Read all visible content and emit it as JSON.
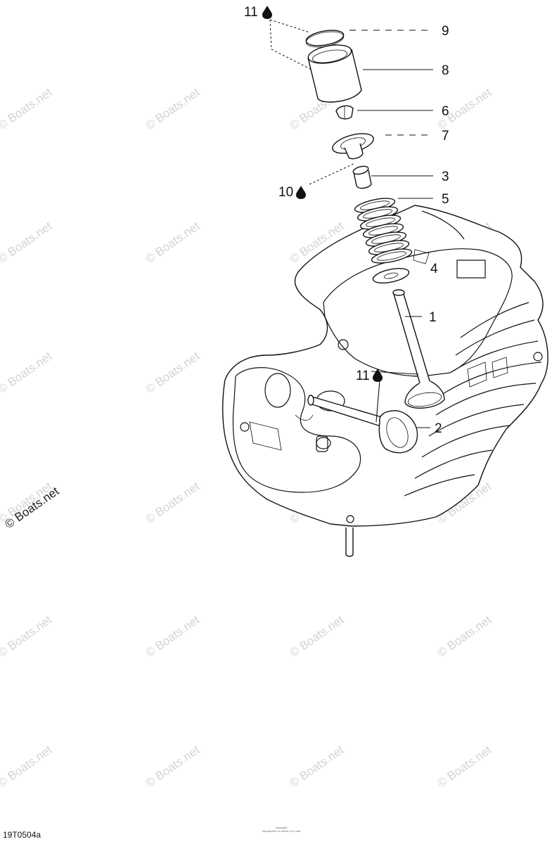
{
  "diagram_code": "19T0504a",
  "watermark": "© Boats.net",
  "footer_lines": [
    "copyright",
    "reproduction in whole or in part"
  ],
  "callouts": {
    "c1": "1",
    "c2": "2",
    "c3": "3",
    "c4": "4",
    "c5": "5",
    "c6": "6",
    "c7": "7",
    "c8": "8",
    "c9": "9",
    "c10": "10",
    "c11a": "11",
    "c11b": "11"
  },
  "icons": {
    "oil_drop": "oil-drop-icon"
  },
  "colors": {
    "line": "#111111",
    "watermark": "#d3d3d3"
  }
}
